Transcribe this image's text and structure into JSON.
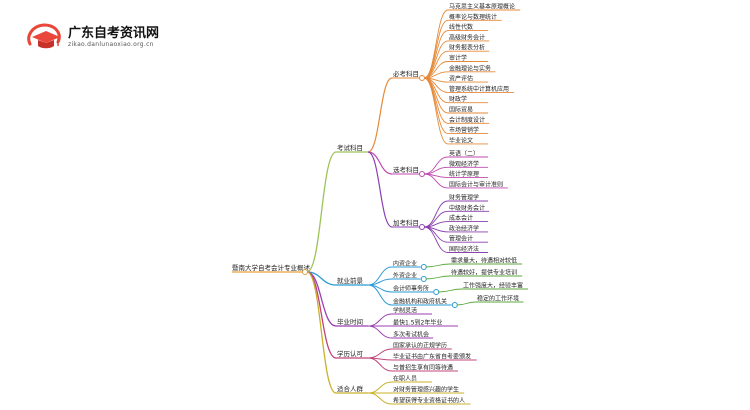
{
  "logo": {
    "title": "广东自考资讯网",
    "subtitle": "zikao.danlunaoxiao.org.cn",
    "accent": "#e8473a"
  },
  "colors": {
    "exam": "#9cc35a",
    "required": "#e58a3a",
    "elective": "#c04ab0",
    "extra": "#8c3fb0",
    "employ": "#2a9bd6",
    "study": "#9b3fb0",
    "cert": "#c0447a",
    "people": "#c9b12a",
    "line_root": "#e6a03a"
  },
  "root": {
    "label": "暨南大学自考会计专业概述"
  },
  "sections": {
    "exam": {
      "label": "考试科目",
      "required": {
        "label": "必考科目",
        "items": [
          "马克思主义基本原理概论",
          "概率论与数理统计",
          "线性代数",
          "高级财务会计",
          "财务报表分析",
          "审计学",
          "金融理论与实务",
          "资产评估",
          "管理系统中计算机应用",
          "财政学",
          "国际贸易",
          "会计制度设计",
          "市场营销学",
          "毕业论文"
        ]
      },
      "elective": {
        "label": "选考科目",
        "items": [
          "英语（二）",
          "微观经济学",
          "统计学原理",
          "国际会计与审计准则"
        ]
      },
      "extra": {
        "label": "加考科目",
        "items": [
          "财务管理学",
          "中级财务会计",
          "成本会计",
          "政治经济学",
          "管理会计",
          "国际经济法"
        ]
      }
    },
    "employ": {
      "label": "就业前景",
      "items": [
        {
          "label": "内资企业",
          "note": "需求量大，待遇相对较低"
        },
        {
          "label": "外资企业",
          "note": "待遇较好，提供专业培训"
        },
        {
          "label": "会计师事务所",
          "note": "工作强度大，经验丰富"
        },
        {
          "label": "金融机构和政府机关",
          "note": "稳定的工作环境"
        }
      ]
    },
    "study": {
      "label": "毕业时间",
      "items": [
        "学制灵活",
        "最快1.5到2年毕业",
        "多次考试机会"
      ]
    },
    "cert": {
      "label": "学历认可",
      "items": [
        "国家承认的正规学历",
        "毕业证书由广东省自考委颁发",
        "与普招生享有同等待遇"
      ]
    },
    "people": {
      "label": "适合人群",
      "items": [
        "在职人员",
        "对财务管理感兴趣的学生",
        "希望获得专业资格证书的人"
      ]
    }
  }
}
